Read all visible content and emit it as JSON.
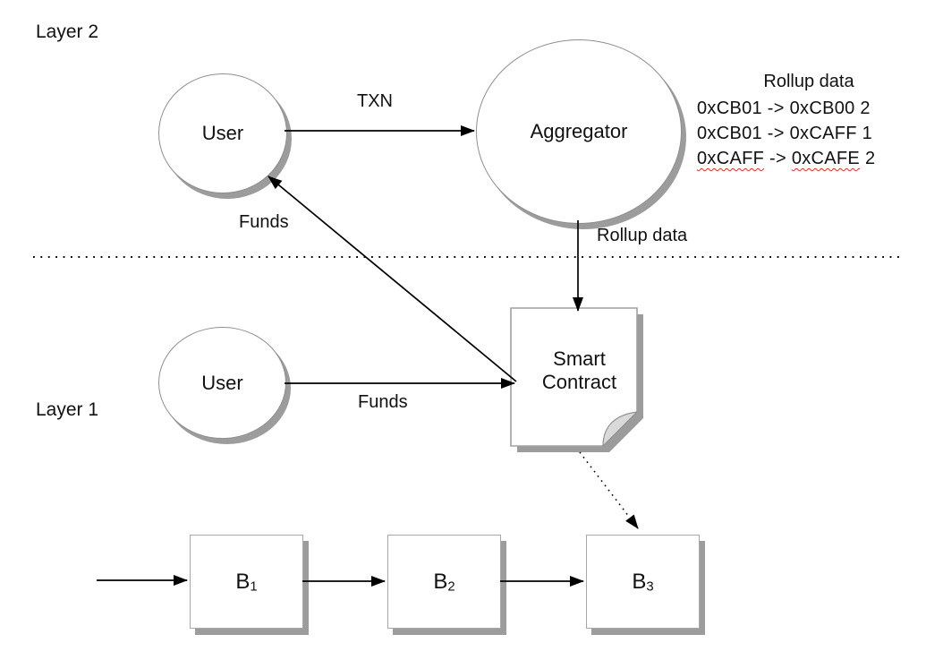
{
  "labels": {
    "layer2": "Layer 2",
    "layer1": "Layer 1"
  },
  "nodes": {
    "user_l2": "User",
    "aggregator": "Aggregator",
    "user_l1": "User",
    "smart_contract": "Smart Contract",
    "b1_base": "B",
    "b1_sub": "1",
    "b2_base": "B",
    "b2_sub": "2",
    "b3_base": "B",
    "b3_sub": "3"
  },
  "edge_labels": {
    "txn": "TXN",
    "rollup_to_contract": "Rollup data",
    "funds_to_user_l2": "Funds",
    "funds_to_contract": "Funds"
  },
  "rollup_panel": {
    "title": "Rollup data",
    "line1": "0xCB01 -> 0xCB00 2",
    "line2": "0xCB01 -> 0xCAFF 1",
    "line3_from": "0xCAFF",
    "line3_sep": "->",
    "line3_to": "0xCAFE",
    "line3_count": "2"
  },
  "colors": {
    "shape_border": "#8f8f8f",
    "box_border": "#a8a8a8",
    "shadow": "#9c9c9c",
    "arrow": "#000000",
    "text": "#111111",
    "spellcheck_underline": "#e8281e"
  }
}
